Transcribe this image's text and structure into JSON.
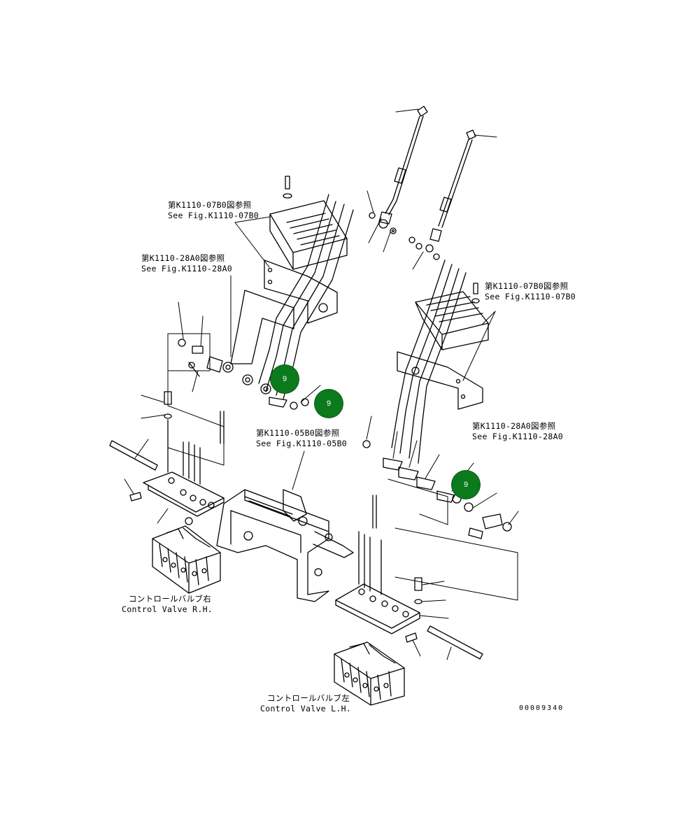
{
  "refs": {
    "ref1_jp": "第K1110-07B0図参照",
    "ref1_en": "See Fig.K1110-07B0",
    "ref2_jp": "第K1110-28A0図参照",
    "ref2_en": "See Fig.K1110-28A0",
    "ref3_jp": "第K1110-07B0図参照",
    "ref3_en": "See Fig.K1110-07B0",
    "ref4_jp": "第K1110-05B0図参照",
    "ref4_en": "See Fig.K1110-05B0",
    "ref5_jp": "第K1110-28A0図参照",
    "ref5_en": "See Fig.K1110-28A0"
  },
  "valves": {
    "rh_jp": "コントロールバルブ右",
    "rh_en": "Control Valve R.H.",
    "lh_jp": "コントロールバルブ左",
    "lh_en": "Control Valve L.H."
  },
  "callouts": {
    "c1": "9",
    "c2": "9",
    "c3": "9"
  },
  "drawing_number": "00009340",
  "colors": {
    "callout": "#0b7a1c",
    "line": "#000000"
  }
}
